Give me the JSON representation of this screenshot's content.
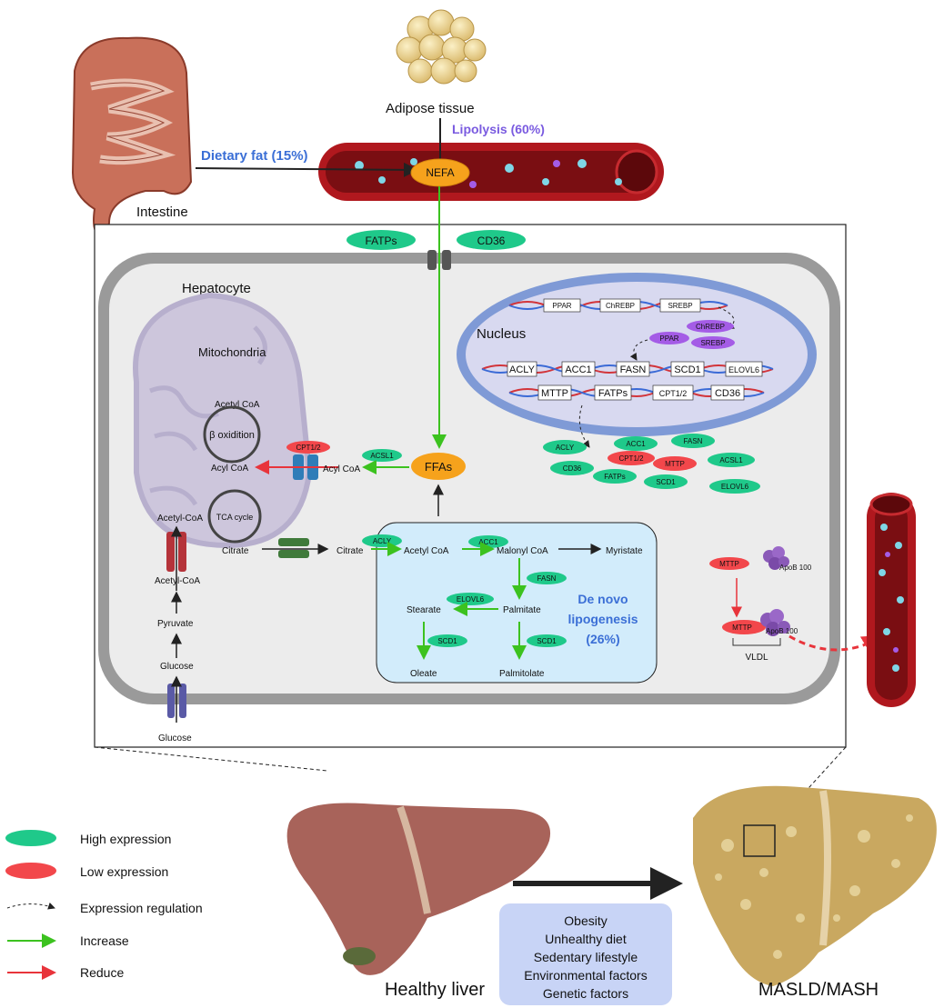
{
  "sources": {
    "adipose": "Adipose tissue",
    "intestine": "Intestine",
    "dietary_fat": "Dietary fat (15%)",
    "lipolysis": "Lipolysis (60%)",
    "nefa": "NEFA"
  },
  "membrane": {
    "fatps": "FATPs",
    "cd36": "CD36"
  },
  "cell": {
    "hepatocyte": "Hepatocyte",
    "nucleus": "Nucleus",
    "mitochondria": "Mitochondria"
  },
  "dna": {
    "row1": [
      "PPAR",
      "ChREBP",
      "SREBP"
    ],
    "tf": [
      "ChREBP",
      "PPAR",
      "SREBP"
    ],
    "row2": [
      "ACLY",
      "ACC1",
      "FASN",
      "SCD1",
      "ELOVL6"
    ],
    "row3": [
      "MTTP",
      "FATPs",
      "CPT1/2",
      "CD36"
    ]
  },
  "proteins": [
    "ACLY",
    "ACC1",
    "FASN",
    "CPT1/2",
    "MTTP",
    "ACSL1",
    "CD36",
    "FATPs",
    "SCD1",
    "ELOVL6"
  ],
  "mito": {
    "acetyl_coa_top": "Acetyl CoA",
    "beta_oxidation": "β oxidition",
    "acyl_coa": "Acyl CoA",
    "tca": "TCA cycle",
    "acetyl_coa_in": "Acetyl-CoA",
    "citrate_in": "Citrate",
    "cpt": "CPT1/2"
  },
  "cyto": {
    "acyl_coa": "Acyl CoA",
    "acsl1": "ACSL1",
    "ffas": "FFAs",
    "citrate": "Citrate",
    "acetyl_coa_out": "Acetyl-CoA",
    "pyruvate": "Pyruvate",
    "glucose_in": "Glucose",
    "glucose_out": "Glucose"
  },
  "dnl": {
    "acly": "ACLY",
    "acetyl_coa": "Acetyl CoA",
    "acc1": "ACC1",
    "malonyl_coa": "Malonyl CoA",
    "myristate": "Myristate",
    "fasn": "FASN",
    "palmitate": "Palmitate",
    "elovl6": "ELOVL6",
    "stearate": "Stearate",
    "scd1_a": "SCD1",
    "scd1_b": "SCD1",
    "oleate": "Oleate",
    "palmitolate": "Palmitolate",
    "title_1": "De novo",
    "title_2": "lipogenesis",
    "title_3": "(26%)"
  },
  "vldl": {
    "mttp_a": "MTTP",
    "apob_a": "ApoB 100",
    "mttp_b": "MTTP",
    "apob_b": "ApoB 100",
    "vldl": "VLDL"
  },
  "legend": {
    "high": "High expression",
    "low": "Low expression",
    "regulation": "Expression regulation",
    "increase": "Increase",
    "reduce": "Reduce"
  },
  "liver": {
    "healthy": "Healthy liver",
    "disease": "MASLD/MASH",
    "factors": [
      "Obesity",
      "Unhealthy diet",
      "Sedentary lifestyle",
      "Environmental factors",
      "Genetic factors"
    ]
  },
  "colors": {
    "high": "#1fc98a",
    "low": "#f2474b",
    "purple": "#a45ce6",
    "green_arrow": "#3cc21f",
    "red_arrow": "#e8343b",
    "blood": "#b0181e",
    "cyto": "#ececec",
    "dnl_box": "#d2ecfb",
    "nucleus": "#d8d9f0"
  }
}
